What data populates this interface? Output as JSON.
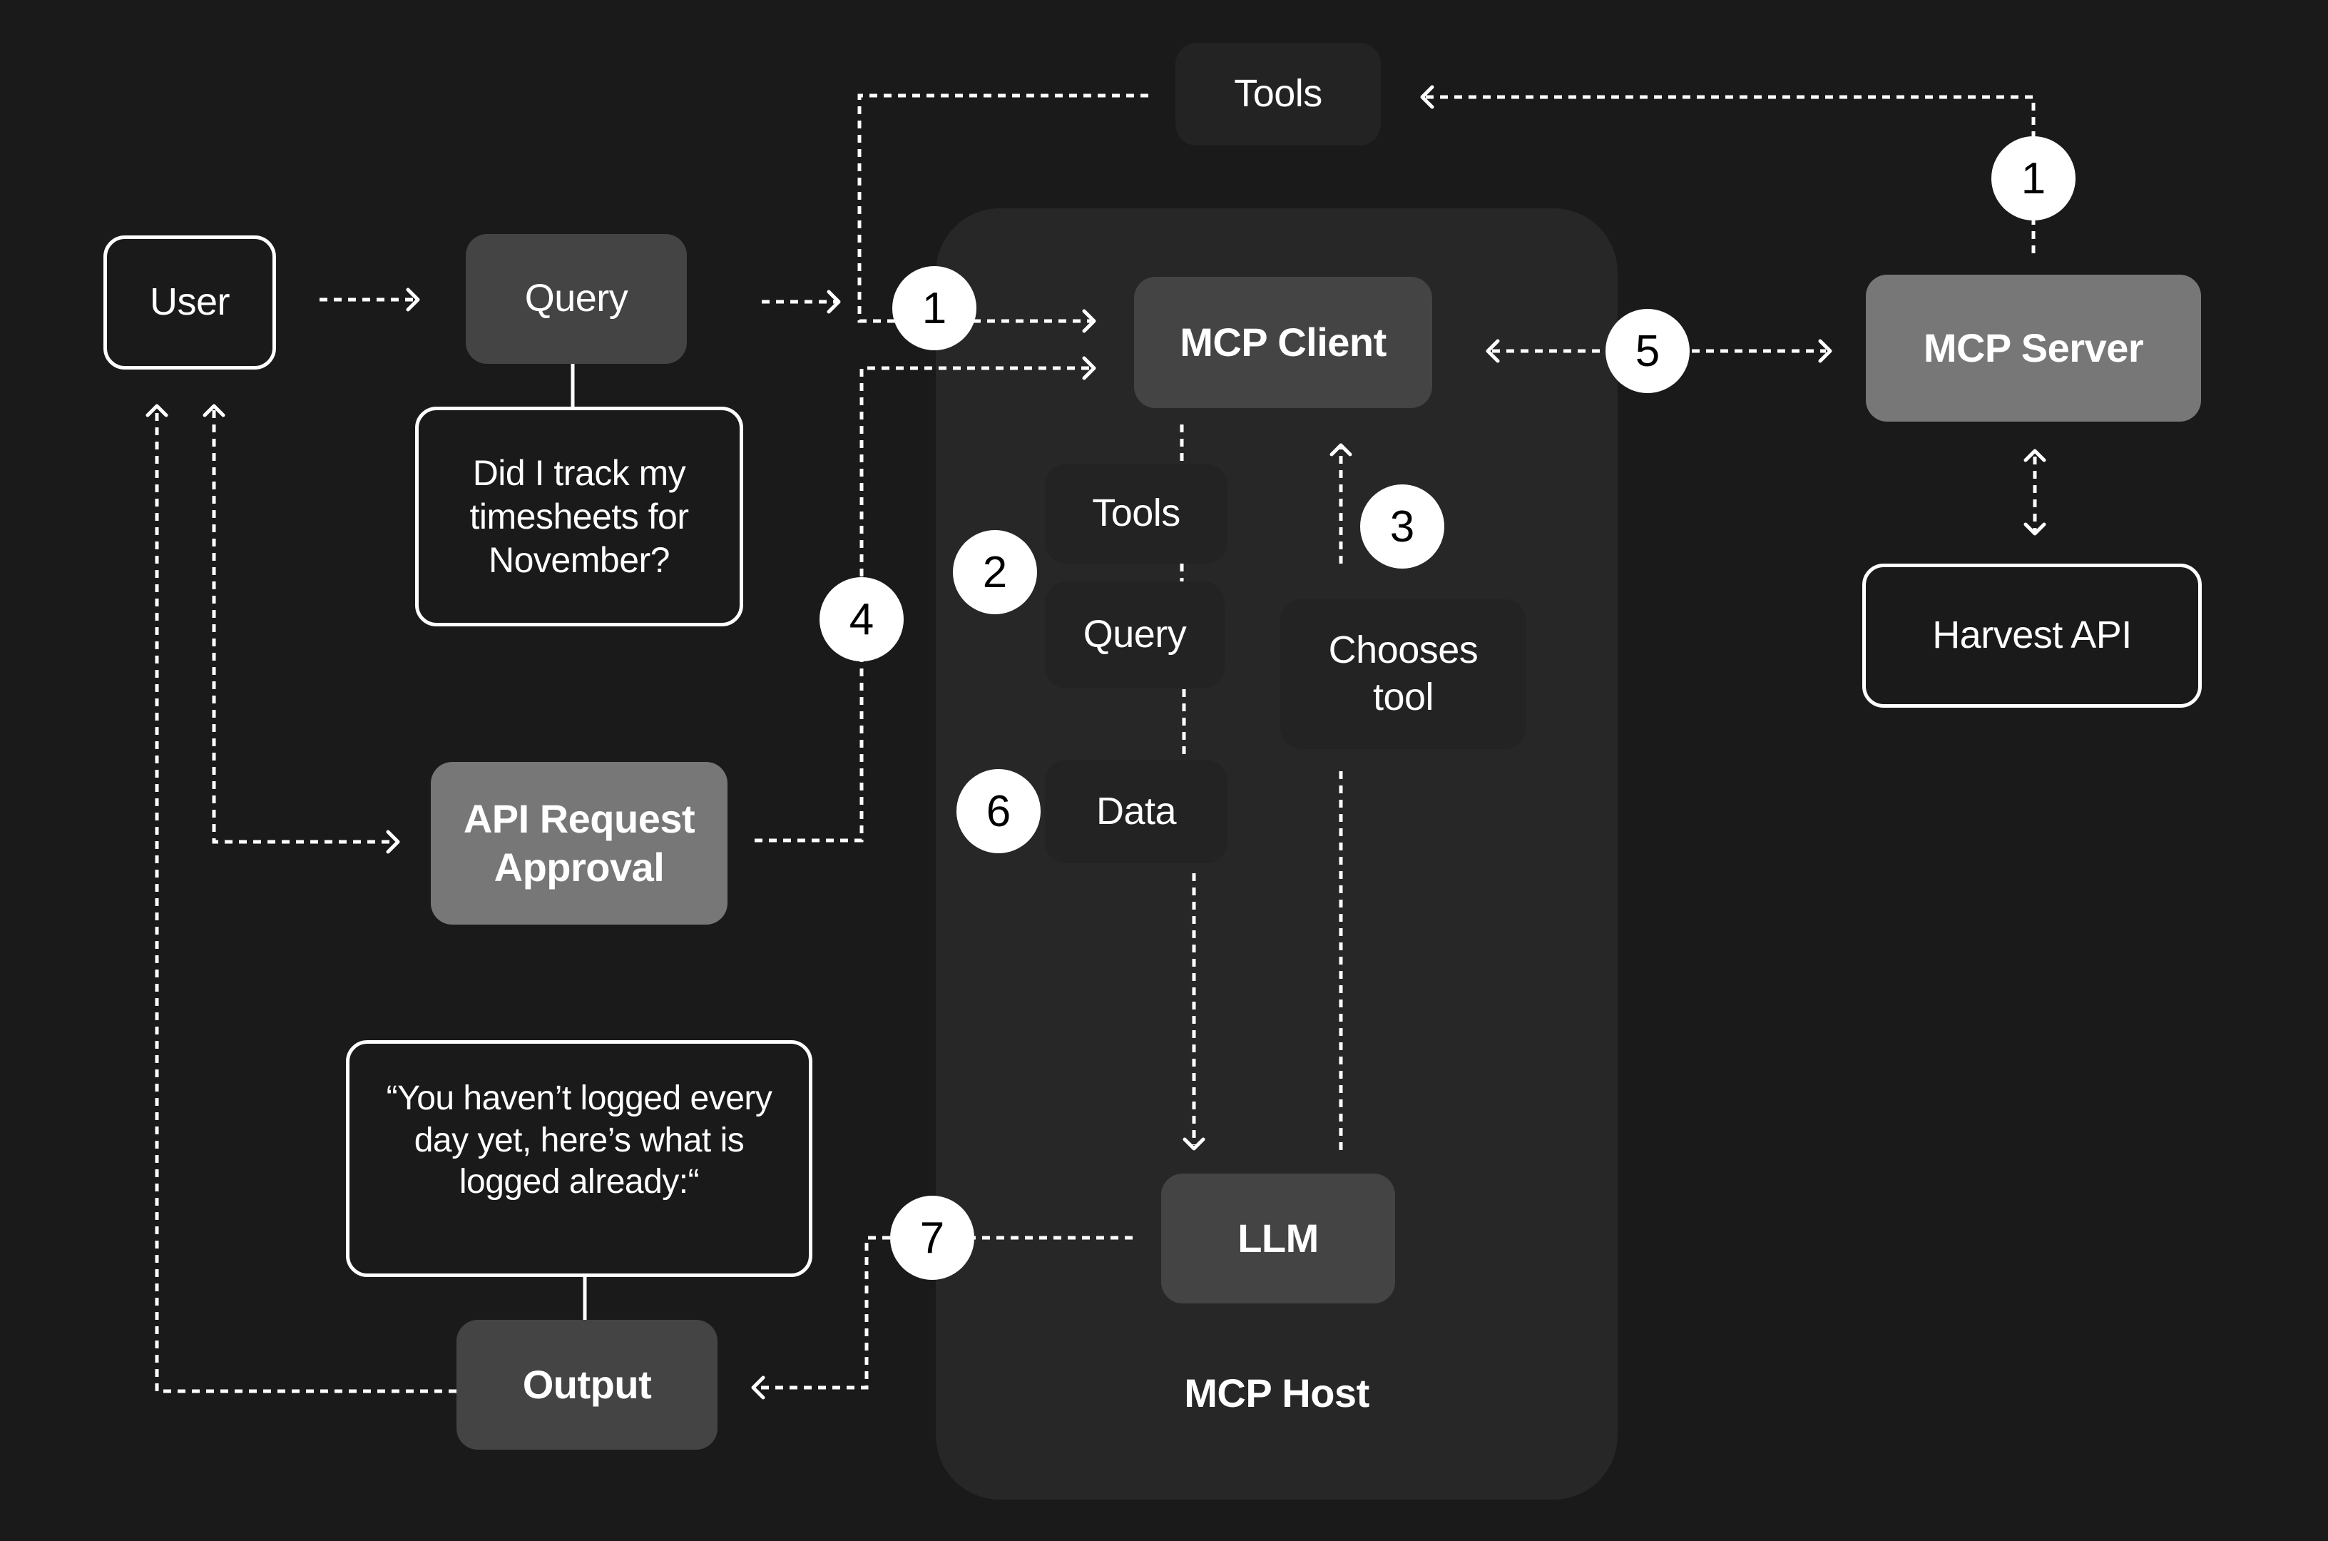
{
  "diagram": {
    "nodes": {
      "user": "User",
      "query": "Query",
      "query_note": "Did I track my timesheets for November?",
      "tools_top": "Tools",
      "api_request_approval": "API Request Approval",
      "output_note": "“You haven’t logged every day yet, here’s what is logged already:“",
      "output": "Output",
      "mcp_client": "MCP Client",
      "host_tools": "Tools",
      "host_query": "Query",
      "chooses_tool": "Chooses tool",
      "data": "Data",
      "llm": "LLM",
      "mcp_host": "MCP Host",
      "mcp_server": "MCP Server",
      "harvest_api": "Harvest API"
    },
    "steps": {
      "step_1_client": "1",
      "step_1_server": "1",
      "step_2": "2",
      "step_3": "3",
      "step_4": "4",
      "step_5": "5",
      "step_6": "6",
      "step_7": "7"
    },
    "colors": {
      "background": "#1a1a1a",
      "host_container": "#272727",
      "dark_node": "#444444",
      "subtle_node": "#232323",
      "mid_node": "#777777",
      "line": "#ffffff",
      "badge": "#ffffff"
    }
  }
}
